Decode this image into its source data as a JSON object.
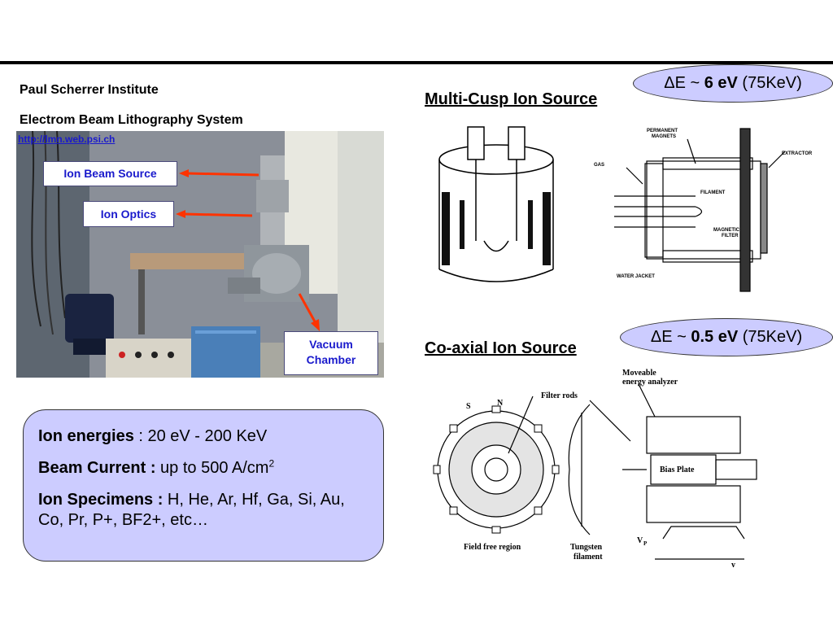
{
  "header": {
    "institute": "Paul Scherrer Institute",
    "system": "Electrom Beam Lithography System",
    "url": "http://lmn.web.psi.ch"
  },
  "photo_labels": {
    "ion_beam_source": "Ion Beam Source",
    "ion_optics": "Ion Optics",
    "vacuum_line1": "Vacuum",
    "vacuum_line2": "Chamber"
  },
  "summary": {
    "energies_label": "Ion energies",
    "energies_value": " : 20 eV - 200 KeV",
    "current_label": "Beam Current :",
    "current_value": " up to 500 A/cm",
    "current_exp": "2",
    "specimens_label": "Ion Specimens :",
    "specimens_value": " H, He, Ar, Hf, Ga, Si, Au, Co, Pr, P+, BF2+, etc…"
  },
  "multi_cusp": {
    "title": "Multi-Cusp Ion Source",
    "delta_prefix": "ΔE ~ ",
    "delta_value": "6 eV",
    "delta_suffix": " (75KeV)",
    "labels": {
      "permanent": "PERMANENT",
      "magnets": "MAGNETS",
      "extractor": "EXTRACTOR",
      "gas": "GAS",
      "filament": "FILAMENT",
      "magnetic": "MAGNETIC",
      "filter": "FILTER",
      "water_jacket": "WATER JACKET"
    }
  },
  "coaxial": {
    "title": "Co-axial Ion Source",
    "delta_prefix": "ΔE ~ ",
    "delta_value": "0.5 eV",
    "delta_suffix": " (75KeV)",
    "labels": {
      "moveable": "Moveable",
      "energy_analyzer": "energy analyzer",
      "filter_rods": "Filter rods",
      "bias_plate": "Bias Plate",
      "field_free": "Field free region",
      "tungsten": "Tungsten",
      "filament": "filament",
      "s": "S",
      "n": "N",
      "vp": "V",
      "p_sub": "P",
      "y": "y"
    }
  },
  "colors": {
    "accent_fill": "#ccccff",
    "link_blue": "#1a1acc",
    "arrow_red": "#ff3300"
  }
}
